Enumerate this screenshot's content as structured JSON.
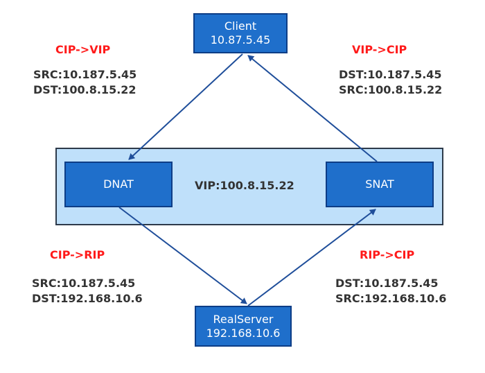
{
  "client": {
    "name": "Client",
    "ip": "10.87.5.45"
  },
  "realserver": {
    "name": "RealServer",
    "ip": "192.168.10.6"
  },
  "lb": {
    "dnat": "DNAT",
    "snat": "SNAT",
    "vip": "VIP:100.8.15.22"
  },
  "left_top": {
    "title": "CIP->VIP",
    "line1": "SRC:10.187.5.45",
    "line2": "DST:100.8.15.22"
  },
  "right_top": {
    "title": "VIP->CIP",
    "line1": "DST:10.187.5.45",
    "line2": "SRC:100.8.15.22"
  },
  "left_bottom": {
    "title": "CIP->RIP",
    "line1": "SRC:10.187.5.45",
    "line2": "DST:192.168.10.6"
  },
  "right_bottom": {
    "title": "RIP->CIP",
    "line1": "DST:10.187.5.45",
    "line2": "SRC:192.168.10.6"
  },
  "colors": {
    "box": "#1f6fcb",
    "box_border": "#0d3d86",
    "lb_fill": "#bfe0fa",
    "arrow": "#1f4e9a",
    "label_red": "#ff1a1a",
    "label_dark": "#333333"
  }
}
